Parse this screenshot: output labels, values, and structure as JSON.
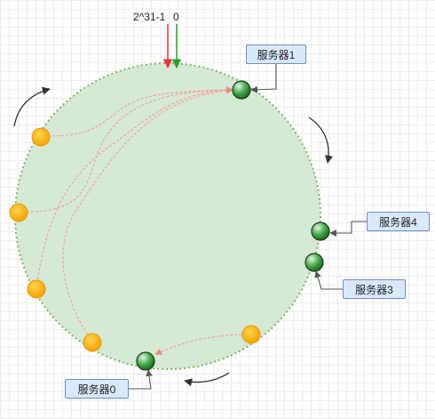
{
  "ring": {
    "max_label": "2^31-1",
    "zero_label": "0"
  },
  "servers": [
    {
      "id": 0,
      "label": "服务器0"
    },
    {
      "id": 1,
      "label": "服务器1"
    },
    {
      "id": 3,
      "label": "服务器3"
    },
    {
      "id": 4,
      "label": "服务器4"
    }
  ],
  "colors": {
    "ring_fill": "#d5e8d4",
    "ring_stroke": "#82b366",
    "server_node": "#2e7d32",
    "key_node": "#ffb300",
    "mapping_curve": "#f19c99",
    "max_arrow": "#e53935",
    "zero_arrow": "#2e9e2e",
    "label_box_fill": "#dae8fc",
    "label_box_stroke": "#6c8ebf"
  }
}
